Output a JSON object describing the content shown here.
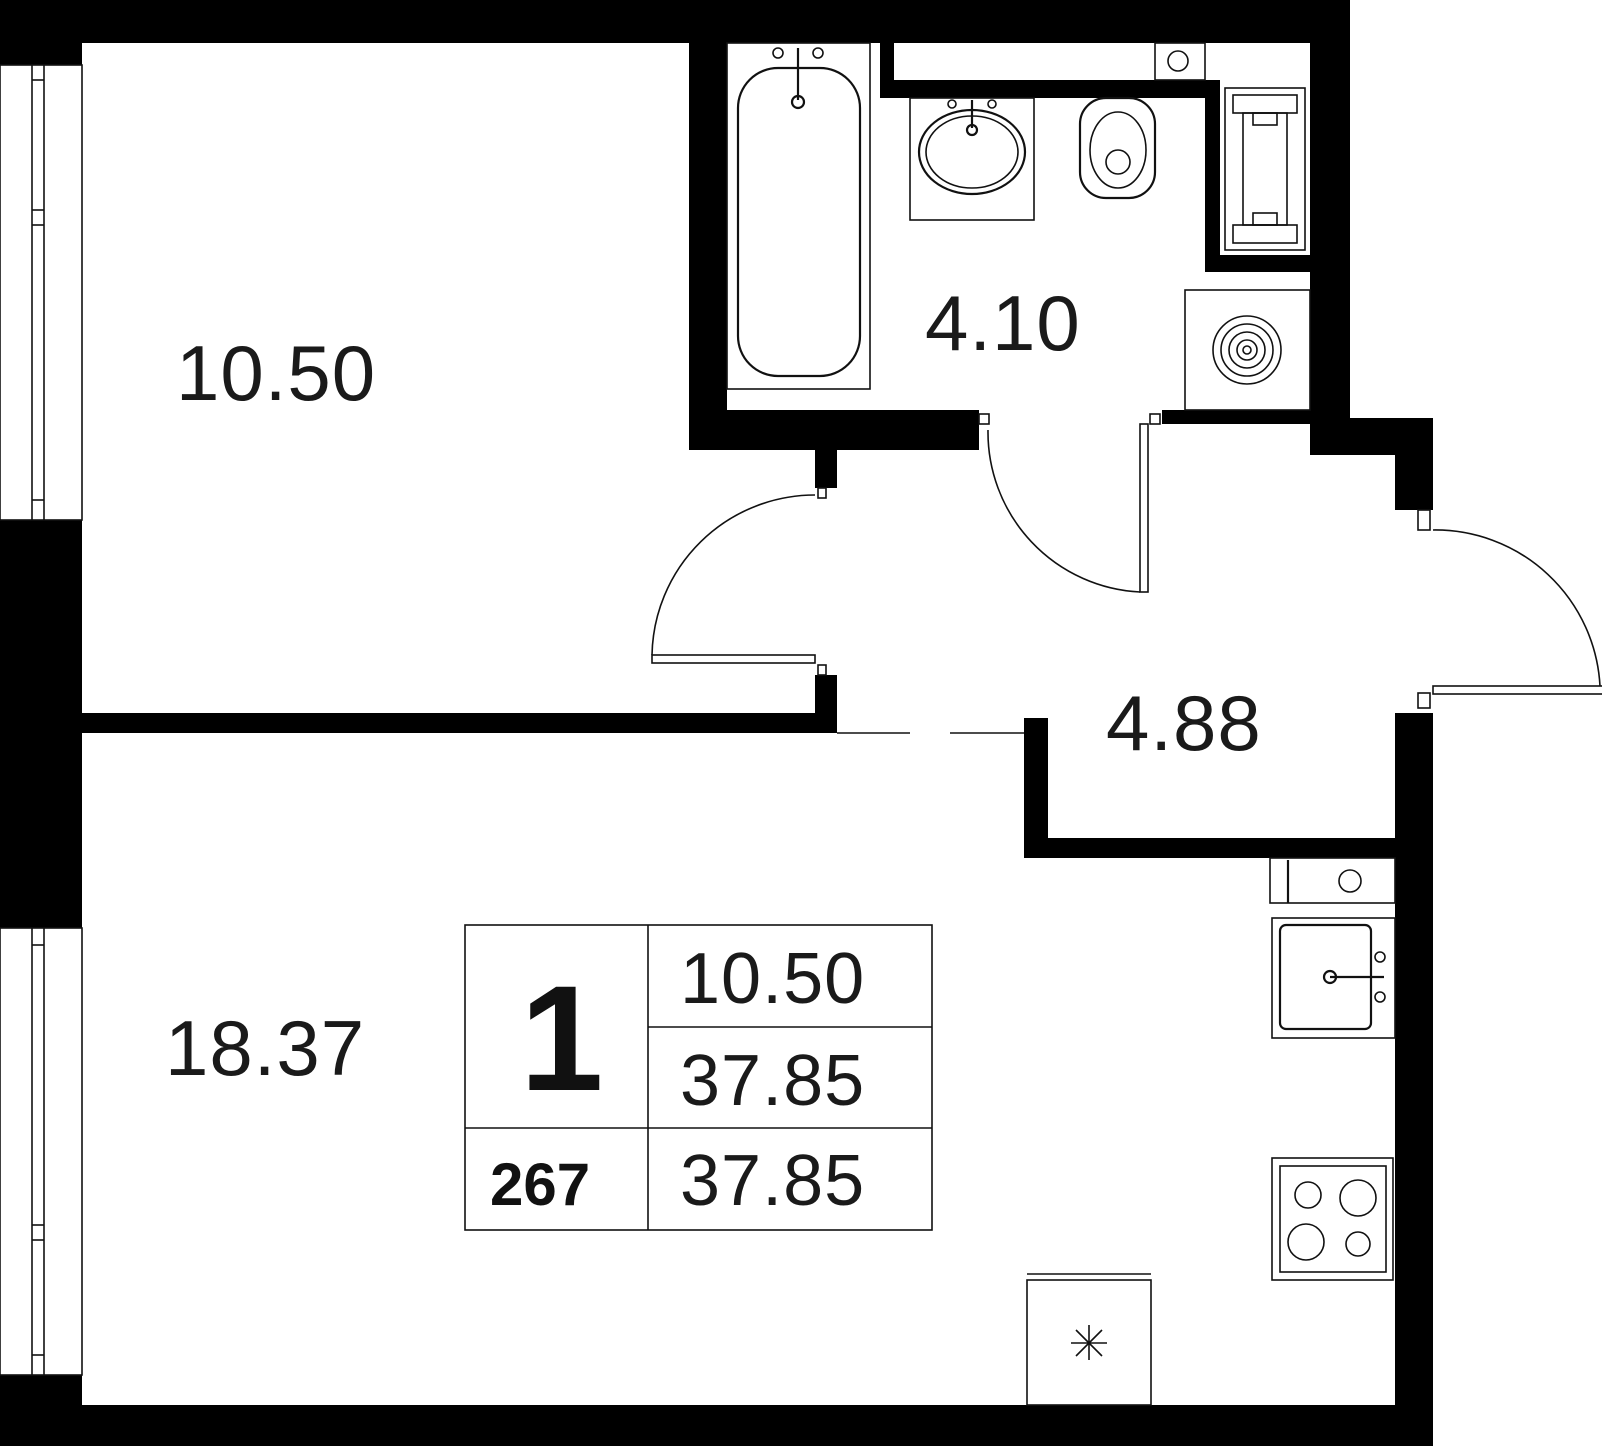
{
  "plan": {
    "rooms": [
      {
        "id": "bedroom",
        "area": "10.50"
      },
      {
        "id": "bathroom",
        "area": "4.10"
      },
      {
        "id": "hallway",
        "area": "4.88"
      },
      {
        "id": "kitchen-living",
        "area": "18.37"
      }
    ],
    "info": {
      "rooms_count": "1",
      "apartment_number": "267",
      "value_1": "10.50",
      "value_2": "37.85",
      "value_3": "37.85"
    }
  },
  "colors": {
    "wall": "#000000",
    "line": "#111111",
    "background": "#ffffff"
  },
  "icons": [
    "bathtub-icon",
    "sink-icon",
    "toilet-icon",
    "washer-icon",
    "boiler-icon",
    "kitchen-sink-icon",
    "stove-icon",
    "fridge-icon",
    "door-icon",
    "window-icon"
  ]
}
